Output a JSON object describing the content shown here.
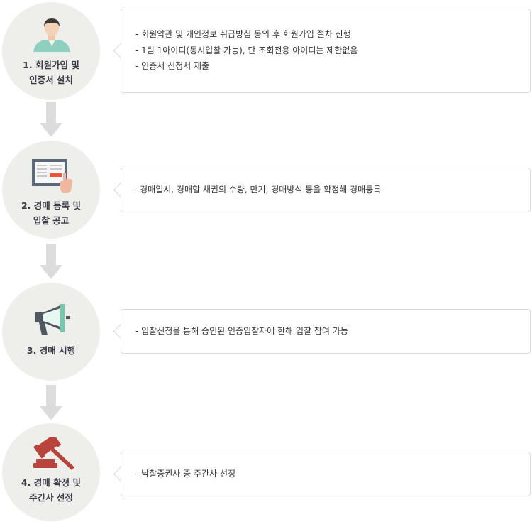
{
  "steps": [
    {
      "label": [
        "1. 회원가입 및",
        "인증서 설치"
      ],
      "icon": "person-icon",
      "items": [
        "- 회원약관 및 개인정보 취급방침 동의 후 회원가입 절차 진행",
        "- 1팀 1아이디(동시입찰 가능), 단 조회전용 아이디는 제한없음",
        "- 인증서 신청서 제출"
      ]
    },
    {
      "label": [
        "2. 경매 등록 및",
        "입찰 공고"
      ],
      "icon": "document-board-icon",
      "items": [
        "- 경매일시, 경매할 채권의 수량, 만기, 경매방식 등을 확정해 경매등록"
      ]
    },
    {
      "label": [
        "3. 경매 시행"
      ],
      "icon": "megaphone-icon",
      "items": [
        "- 입찰신청을 통해 승인된 인증입찰자에 한해 입찰 참여 가능"
      ]
    },
    {
      "label": [
        "4. 경매 확정 및",
        "주간사 선정"
      ],
      "icon": "gavel-icon",
      "items": [
        "- 낙찰증권사 중 주간사 선정"
      ]
    }
  ],
  "colors": {
    "circle": "#eeeeea",
    "arrow": "#dcdcdc",
    "label": "#3a3a48",
    "border": "#d9d9d9"
  }
}
